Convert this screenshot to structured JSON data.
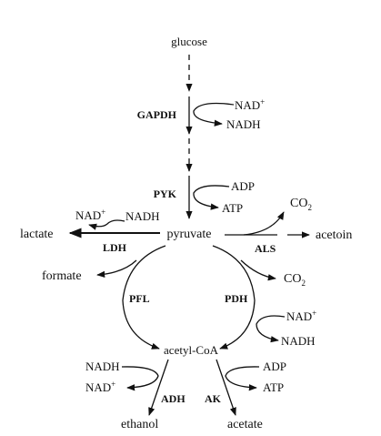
{
  "metabolites": {
    "glucose": "glucose",
    "pyruvate": "pyruvate",
    "lactate": "lactate",
    "acetoin": "acetoin",
    "formate": "formate",
    "acetyl_coa": "acetyl-CoA",
    "ethanol": "ethanol",
    "acetate": "acetate"
  },
  "enzymes": {
    "gapdh": "GAPDH",
    "pyk": "PYK",
    "ldh": "LDH",
    "als": "ALS",
    "pfl": "PFL",
    "pdh": "PDH",
    "adh": "ADH",
    "ak": "AK"
  },
  "cofactors": {
    "nad_plus": "NAD",
    "plus_sup": "+",
    "nadh": "NADH",
    "adp": "ADP",
    "atp": "ATP",
    "co2": "CO",
    "co2_sub": "2"
  }
}
